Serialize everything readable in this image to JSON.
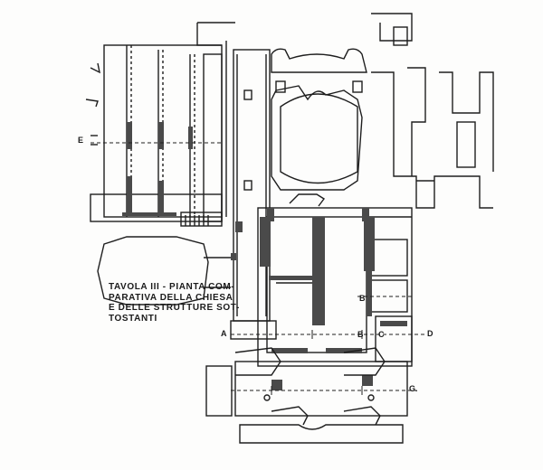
{
  "caption": {
    "lines": [
      "TAVOLA III - PIANTA COM-",
      "PARATIVA DELLA CHIESA",
      "E DELLE STRUTTURE SOT-",
      "TOSTANTI"
    ]
  },
  "section_labels": {
    "a": "A",
    "b_upper": "B",
    "b_lower": "B",
    "c": "C",
    "d": "D",
    "e": "E",
    "g": "G."
  },
  "colors": {
    "ink": "#1e1e1e",
    "hatch_fill": "#4a4a4a",
    "paper": "#fdfdfc"
  }
}
